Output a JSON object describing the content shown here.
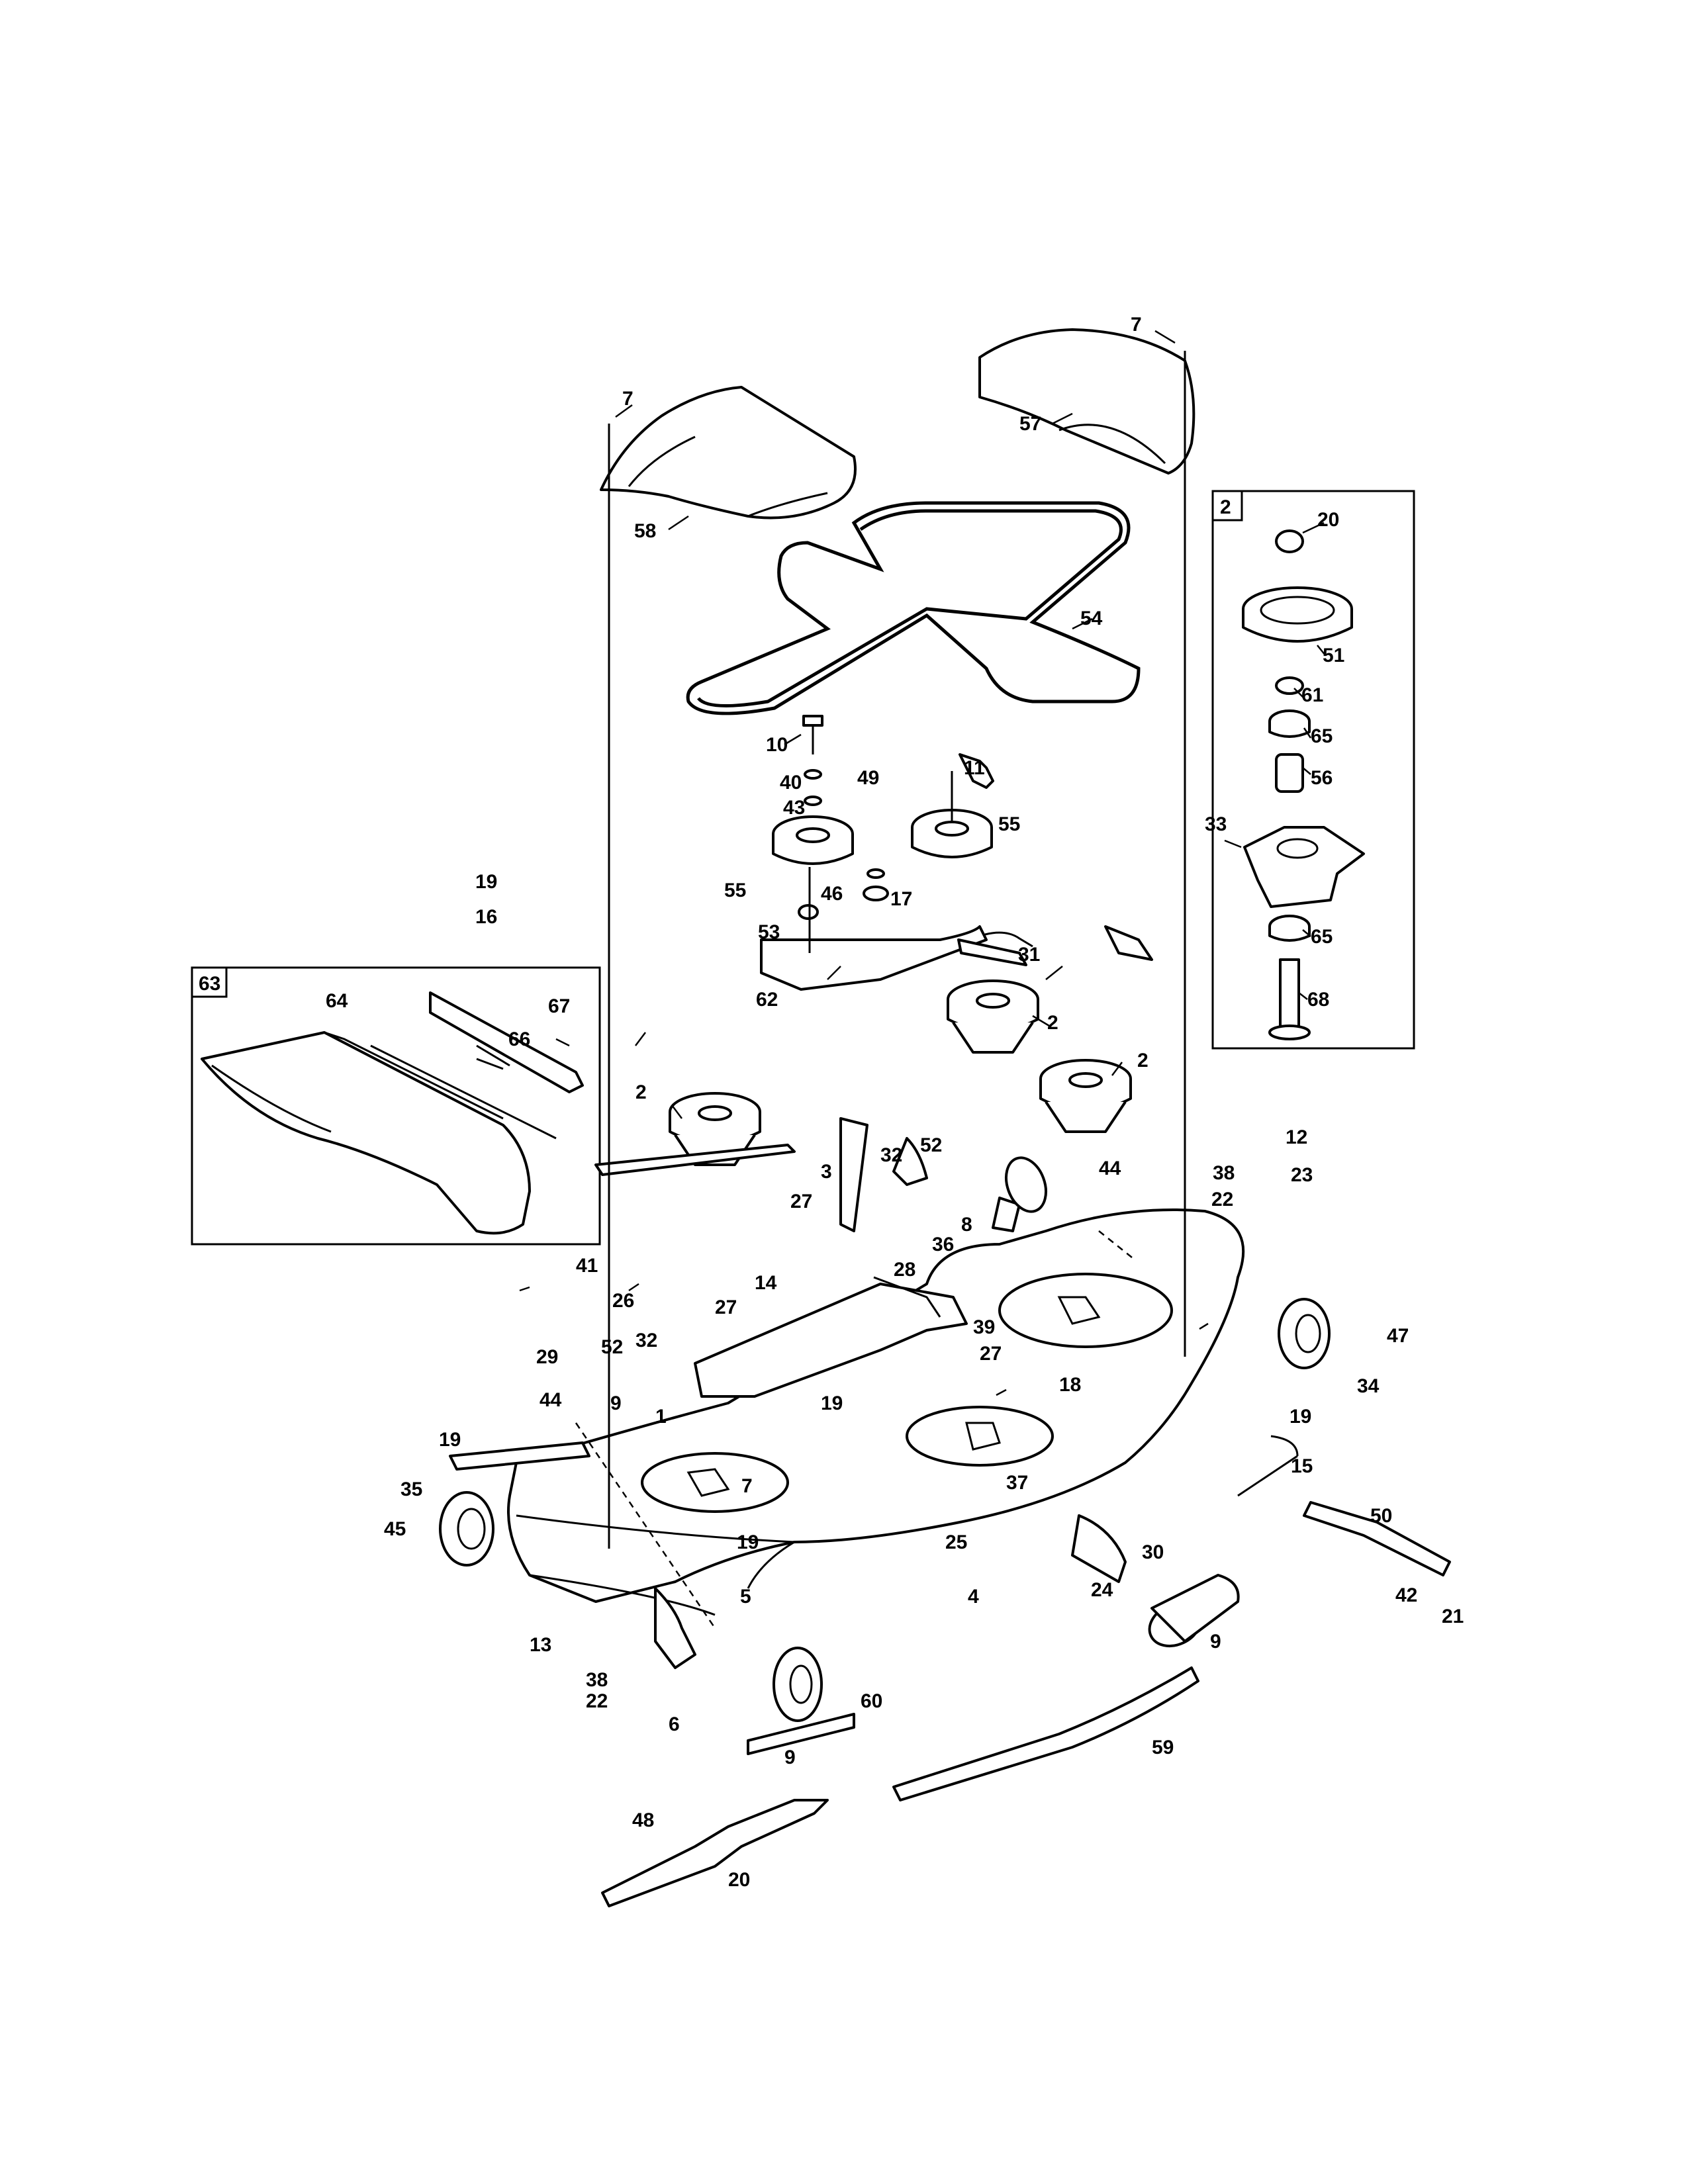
{
  "diagram": {
    "inset_boxes": [
      {
        "id": "2",
        "label": "2"
      },
      {
        "id": "63",
        "label": "63"
      }
    ],
    "callouts": [
      {
        "n": "7"
      },
      {
        "n": "57"
      },
      {
        "n": "7"
      },
      {
        "n": "58"
      },
      {
        "n": "54"
      },
      {
        "n": "20"
      },
      {
        "n": "51"
      },
      {
        "n": "61"
      },
      {
        "n": "65"
      },
      {
        "n": "56"
      },
      {
        "n": "33"
      },
      {
        "n": "65"
      },
      {
        "n": "68"
      },
      {
        "n": "10"
      },
      {
        "n": "40"
      },
      {
        "n": "49"
      },
      {
        "n": "43"
      },
      {
        "n": "11"
      },
      {
        "n": "55"
      },
      {
        "n": "55"
      },
      {
        "n": "46"
      },
      {
        "n": "17"
      },
      {
        "n": "53"
      },
      {
        "n": "31"
      },
      {
        "n": "62"
      },
      {
        "n": "2"
      },
      {
        "n": "2"
      },
      {
        "n": "2"
      },
      {
        "n": "19"
      },
      {
        "n": "16"
      },
      {
        "n": "64"
      },
      {
        "n": "67"
      },
      {
        "n": "66"
      },
      {
        "n": "52"
      },
      {
        "n": "32"
      },
      {
        "n": "3"
      },
      {
        "n": "27"
      },
      {
        "n": "8"
      },
      {
        "n": "36"
      },
      {
        "n": "28"
      },
      {
        "n": "44"
      },
      {
        "n": "38"
      },
      {
        "n": "22"
      },
      {
        "n": "12"
      },
      {
        "n": "23"
      },
      {
        "n": "41"
      },
      {
        "n": "14"
      },
      {
        "n": "26"
      },
      {
        "n": "27"
      },
      {
        "n": "29"
      },
      {
        "n": "52"
      },
      {
        "n": "32"
      },
      {
        "n": "39"
      },
      {
        "n": "27"
      },
      {
        "n": "47"
      },
      {
        "n": "34"
      },
      {
        "n": "18"
      },
      {
        "n": "19"
      },
      {
        "n": "19"
      },
      {
        "n": "9"
      },
      {
        "n": "44"
      },
      {
        "n": "1"
      },
      {
        "n": "19"
      },
      {
        "n": "15"
      },
      {
        "n": "35"
      },
      {
        "n": "7"
      },
      {
        "n": "37"
      },
      {
        "n": "45"
      },
      {
        "n": "50"
      },
      {
        "n": "19"
      },
      {
        "n": "25"
      },
      {
        "n": "30"
      },
      {
        "n": "24"
      },
      {
        "n": "5"
      },
      {
        "n": "4"
      },
      {
        "n": "42"
      },
      {
        "n": "21"
      },
      {
        "n": "13"
      },
      {
        "n": "9"
      },
      {
        "n": "38"
      },
      {
        "n": "22"
      },
      {
        "n": "60"
      },
      {
        "n": "6"
      },
      {
        "n": "59"
      },
      {
        "n": "9"
      },
      {
        "n": "48"
      },
      {
        "n": "20"
      }
    ]
  }
}
